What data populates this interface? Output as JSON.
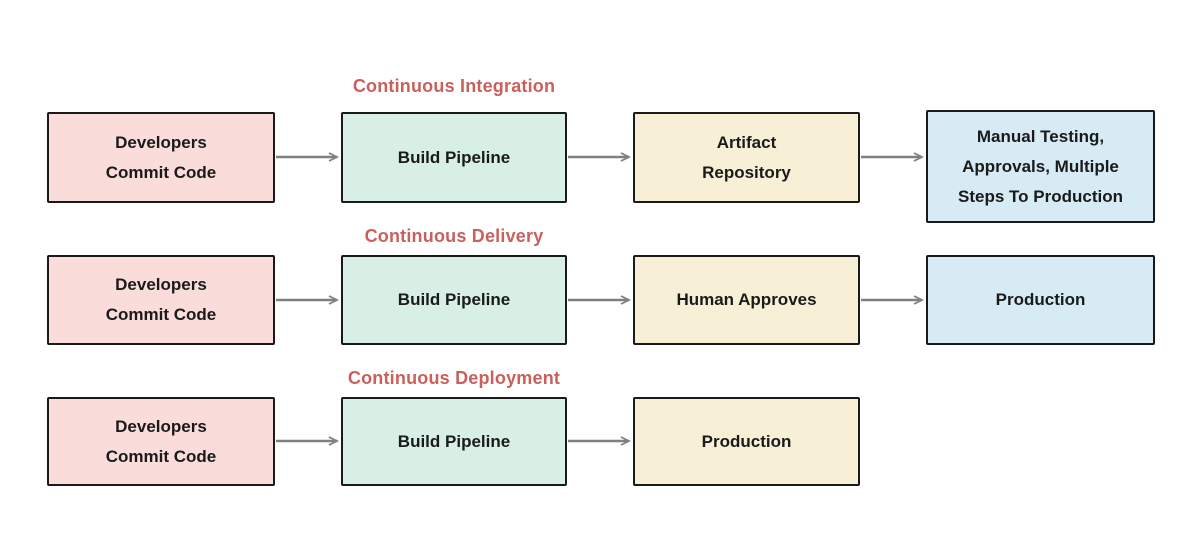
{
  "diagram": {
    "colors": {
      "title": "#C9605E",
      "box_text": "#1A1A1A",
      "box_border": "#1A1A1A",
      "arrow": "#808080",
      "pink": "#FADCDB",
      "green": "#D7EFE4",
      "yellow": "#F7F0D6",
      "blue": "#D7EBF5"
    },
    "rows": [
      {
        "title": "Continuous Integration",
        "boxes": [
          {
            "label": "Developers Commit Code",
            "lines": [
              "Developers",
              "Commit Code"
            ]
          },
          {
            "label": "Build Pipeline",
            "lines": [
              "Build Pipeline"
            ]
          },
          {
            "label": "Artifact Repository",
            "lines": [
              "Artifact",
              "Repository"
            ]
          },
          {
            "label": "Manual Testing, Approvals, Multiple Steps To Production",
            "lines": [
              "Manual Testing,",
              "Approvals, Multiple",
              "Steps To Production"
            ]
          }
        ]
      },
      {
        "title": "Continuous Delivery",
        "boxes": [
          {
            "label": "Developers Commit Code",
            "lines": [
              "Developers",
              "Commit Code"
            ]
          },
          {
            "label": "Build Pipeline",
            "lines": [
              "Build Pipeline"
            ]
          },
          {
            "label": "Human Approves",
            "lines": [
              "Human Approves"
            ]
          },
          {
            "label": "Production",
            "lines": [
              "Production"
            ]
          }
        ]
      },
      {
        "title": "Continuous Deployment",
        "boxes": [
          {
            "label": "Developers Commit Code",
            "lines": [
              "Developers",
              "Commit Code"
            ]
          },
          {
            "label": "Build Pipeline",
            "lines": [
              "Build Pipeline"
            ]
          },
          {
            "label": "Production",
            "lines": [
              "Production"
            ]
          }
        ]
      }
    ]
  }
}
